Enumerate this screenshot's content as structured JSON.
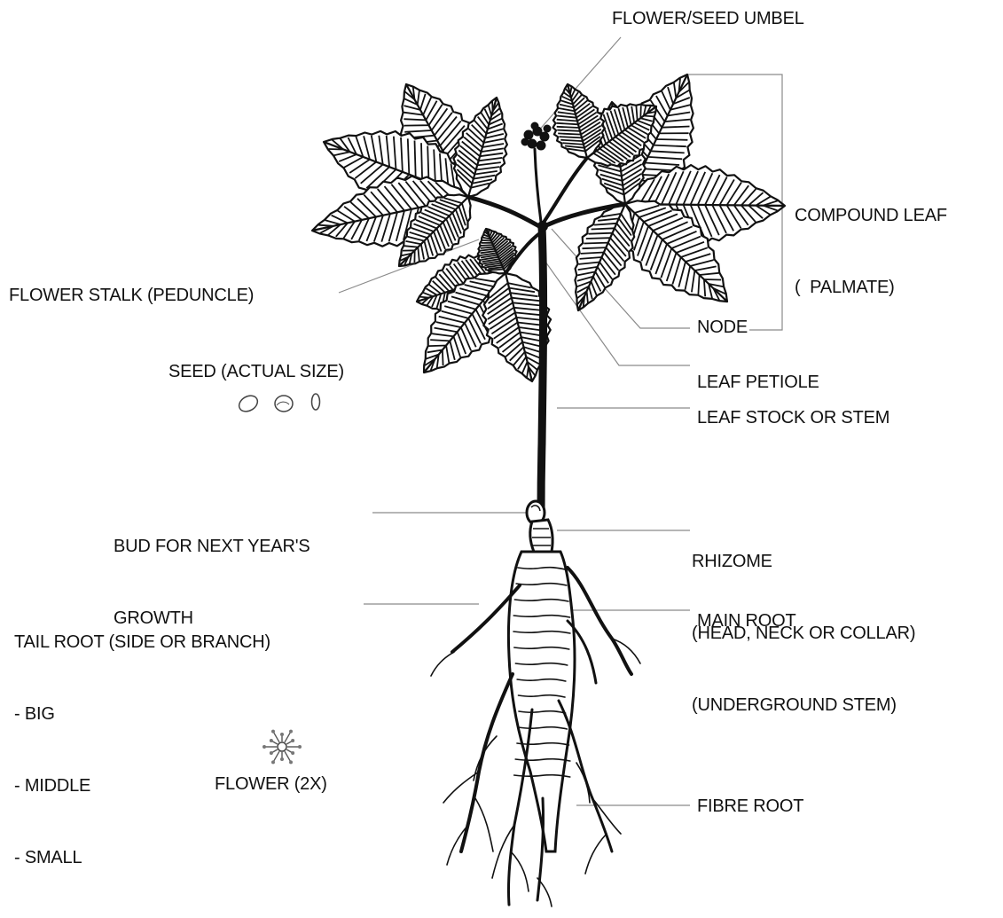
{
  "labels": {
    "flower_seed_umbel": "FLOWER/SEED UMBEL",
    "compound_leaf": [
      "COMPOUND LEAF",
      "(  PALMATE)"
    ],
    "flower_stalk": "FLOWER STALK (PEDUNCLE)",
    "node": "NODE",
    "seed": "SEED (ACTUAL SIZE)",
    "leaf_petiole": "LEAF PETIOLE",
    "leaf_stock": "LEAF STOCK OR STEM",
    "bud": [
      "BUD FOR NEXT YEAR'S",
      "GROWTH"
    ],
    "rhizome": [
      "RHIZOME",
      "(HEAD, NECK OR COLLAR)",
      "(UNDERGROUND STEM)"
    ],
    "tail_root": [
      "TAIL ROOT (SIDE OR BRANCH)",
      "- BIG",
      "- MIDDLE",
      "- SMALL"
    ],
    "main_root": "MAIN ROOT",
    "flower": "FLOWER (2X)",
    "fibre_root": "FIBRE ROOT"
  },
  "colors": {
    "leader_line": "#8a8a8a",
    "ink": "#111111",
    "leaf_fill": "#ffffff",
    "text": "#111111"
  }
}
